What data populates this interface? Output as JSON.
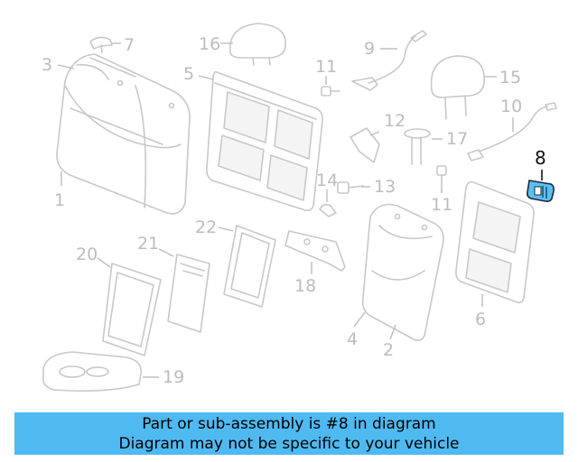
{
  "diagram": {
    "highlighted_part": "8",
    "callouts": [
      "1",
      "2",
      "3",
      "4",
      "5",
      "6",
      "7",
      "8",
      "9",
      "10",
      "11",
      "11",
      "12",
      "13",
      "14",
      "15",
      "16",
      "17",
      "18",
      "19",
      "20",
      "21",
      "22"
    ]
  },
  "banner": {
    "line1": "Part or sub-assembly is #8 in diagram",
    "line2": "Diagram may not be specific to your vehicle"
  },
  "colors": {
    "banner_bg": "#4fb9f2",
    "highlight_part": "#5bc0f0",
    "line_gray": "#c8c8c8"
  }
}
